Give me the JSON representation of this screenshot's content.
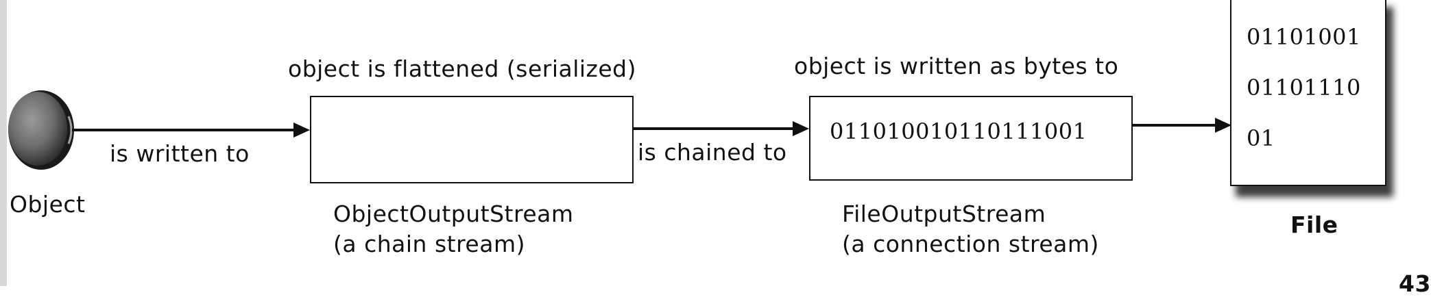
{
  "object": {
    "label": "Object"
  },
  "step1": {
    "edge_label": "is written to"
  },
  "oos": {
    "caption_top": "object is flattened (serialized)",
    "name": "ObjectOutputStream",
    "kind": "(a chain stream)"
  },
  "step2": {
    "edge_label": "is chained to"
  },
  "fos": {
    "caption_top": "object is written as bytes to",
    "bytes": "011010010110111001",
    "name": "FileOutputStream",
    "kind": "(a connection stream)"
  },
  "file": {
    "label": "File",
    "lines": [
      "01101001",
      "01101110",
      "01"
    ]
  },
  "footer": {
    "page_number": "43"
  }
}
